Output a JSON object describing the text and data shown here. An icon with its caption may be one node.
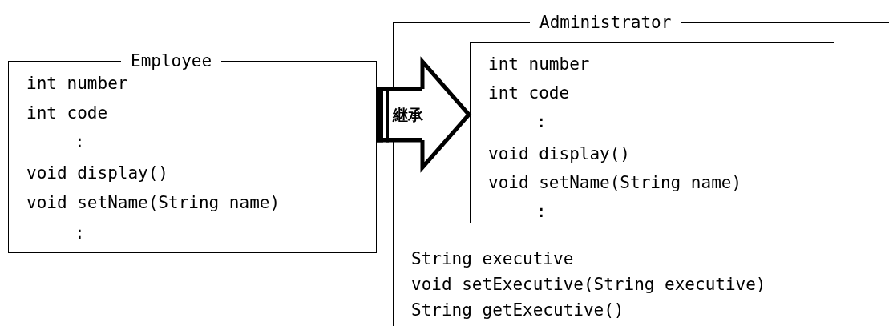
{
  "diagram": {
    "nodes": [
      {
        "text": [
          "Employee",
          "int number",
          "int code",
          ":",
          "void display()",
          "void setName(String name)",
          ":"
        ]
      },
      {
        "text": [
          "Administrator",
          "String executive",
          "void setExecutive(String executive)",
          "String getExecutive()"
        ]
      },
      {
        "text": [
          "int number",
          "int code",
          ":",
          "void display()",
          "void setName(String name)",
          ":"
        ],
        "in": 1
      }
    ],
    "edges": [
      {
        "from": 0,
        "to": 2,
        "arrow": "to",
        "label": "継承",
        "style": "thick"
      }
    ]
  }
}
